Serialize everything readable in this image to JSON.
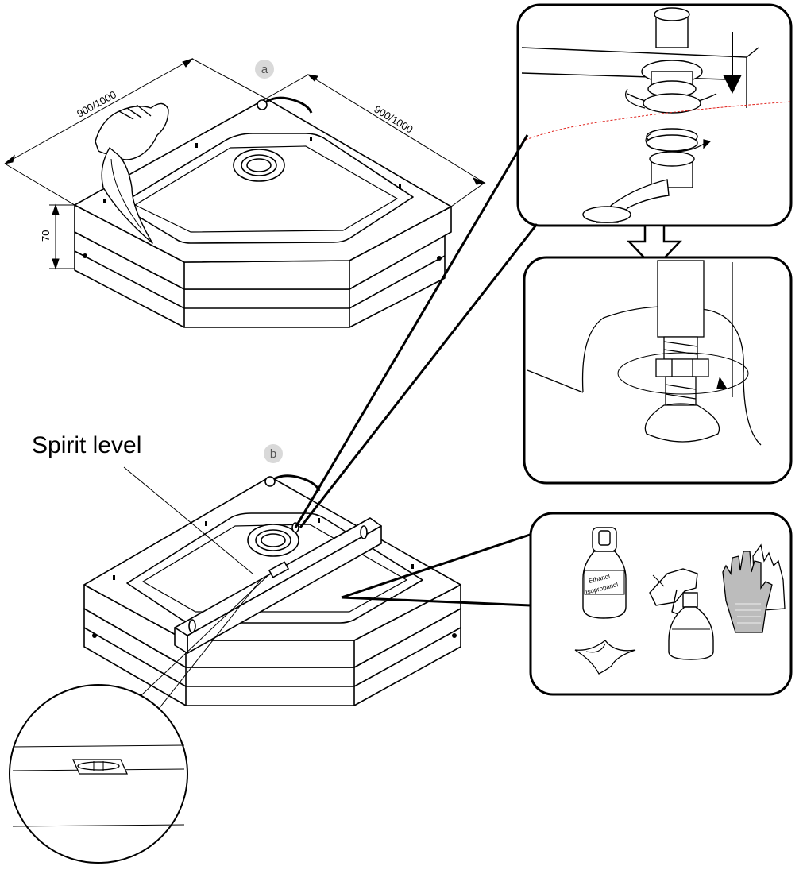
{
  "labels": {
    "step_a": "a",
    "step_b": "b",
    "dim_left": "900/1000",
    "dim_right": "900/1000",
    "dim_height": "70",
    "spirit_level": "Spirit level",
    "bottle_line1": "Ethanol",
    "bottle_line2": "Isopropanol"
  },
  "colors": {
    "ink": "#000000",
    "badge_fill": "#d9d9d9",
    "badge_text": "#555555",
    "cut_line": "#e0201a",
    "glove_fill": "#bcbcbc"
  },
  "icons": [
    "arrow-down-icon",
    "hollow-arrow-down-icon",
    "rotate-arrow-icon",
    "ethanol-bottle-icon",
    "spray-bottle-icon",
    "cloth-icon",
    "gloves-icon"
  ]
}
